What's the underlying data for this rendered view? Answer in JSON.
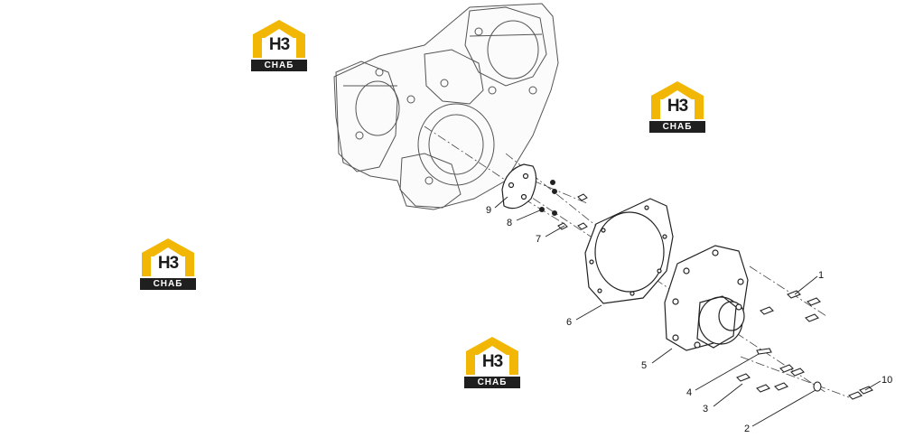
{
  "watermark": {
    "mark": "H3",
    "caption": "СНАБ"
  },
  "colors": {
    "logo_accent": "#f2b705",
    "logo_dark": "#1f1f1f",
    "line": "#222222"
  },
  "callouts": [
    {
      "id": "1",
      "label": "1"
    },
    {
      "id": "2",
      "label": "2"
    },
    {
      "id": "3",
      "label": "3"
    },
    {
      "id": "4",
      "label": "4"
    },
    {
      "id": "5",
      "label": "5"
    },
    {
      "id": "6",
      "label": "6"
    },
    {
      "id": "7",
      "label": "7"
    },
    {
      "id": "8",
      "label": "8"
    },
    {
      "id": "9",
      "label": "9"
    },
    {
      "id": "10",
      "label": "10"
    }
  ]
}
